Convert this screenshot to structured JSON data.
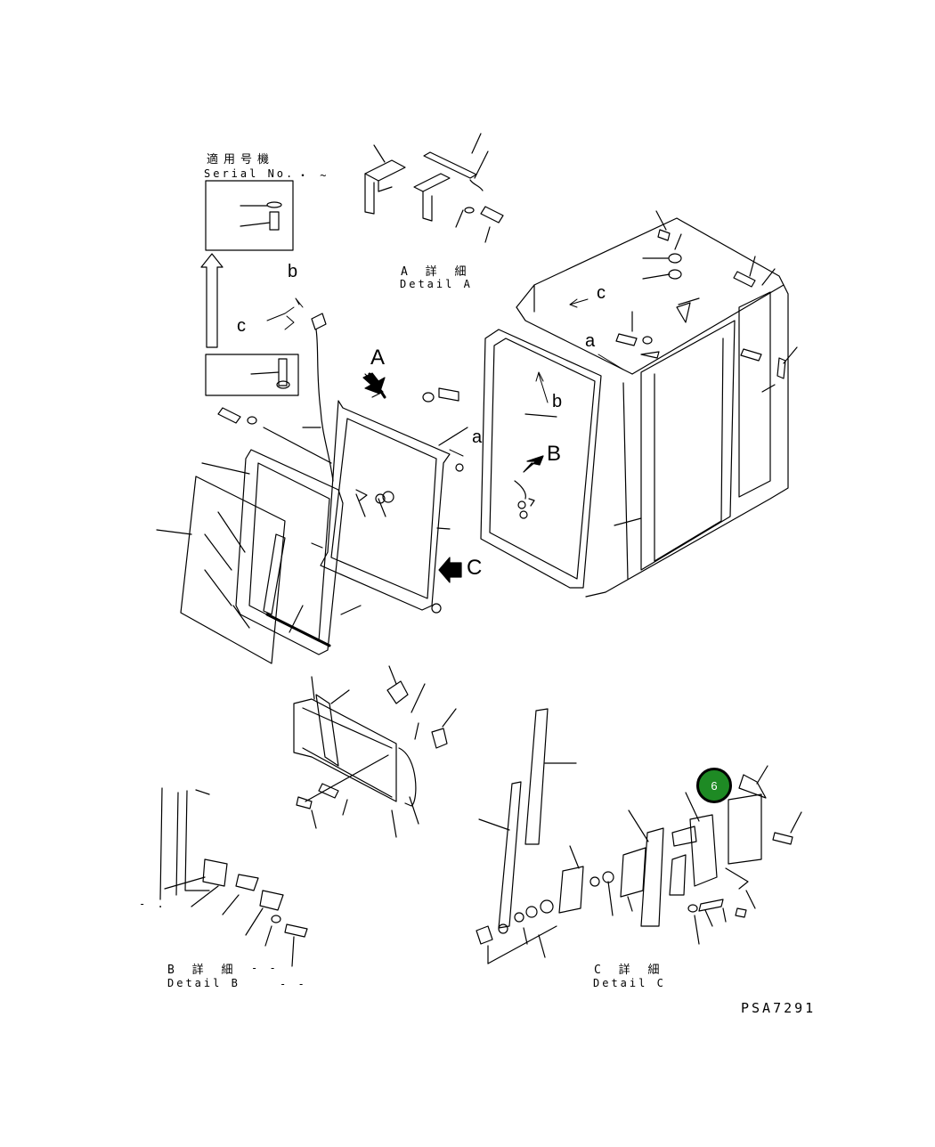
{
  "serial": {
    "jp": "適用号機",
    "en": "Serial No.",
    "range": "・ ~"
  },
  "detailA": {
    "jp": "A 詳 細",
    "en": "Detail A"
  },
  "detailB": {
    "jp": "B 詳 細",
    "en": "Detail B",
    "dash1": "- -",
    "dash2": "- -"
  },
  "detailC": {
    "jp": "C 詳 細",
    "en": "Detail C"
  },
  "view_letters": {
    "A": "A",
    "B": "B",
    "C": "C"
  },
  "ref_letters": {
    "a1": "a",
    "a2": "a",
    "b1": "b",
    "b2": "b",
    "c1": "c",
    "c2": "c"
  },
  "callout": {
    "number": "6",
    "color": "#1e8a24"
  },
  "drawing_code": "PSA7291",
  "misc": {
    "dots": "- ."
  }
}
